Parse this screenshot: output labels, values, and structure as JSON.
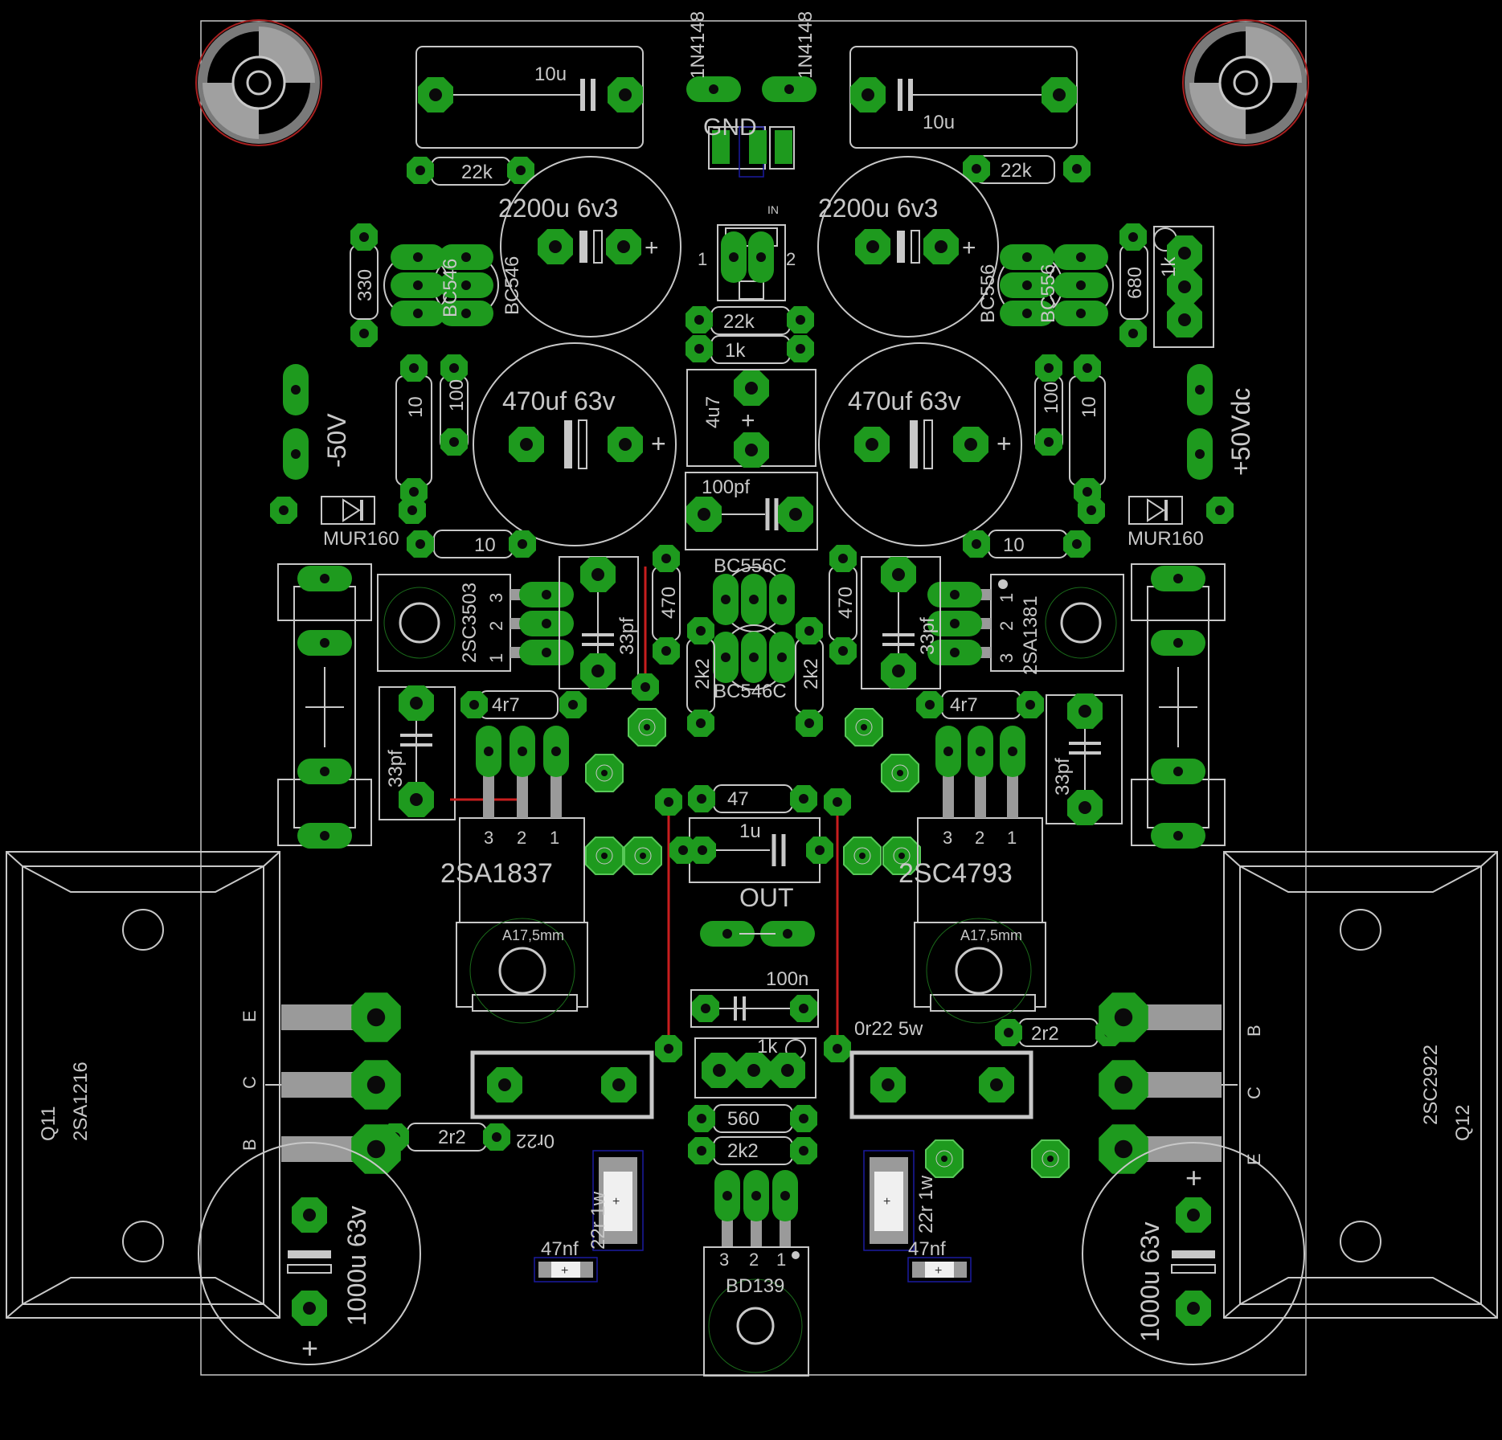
{
  "colors": {
    "background": "#000000",
    "silk": "#c8c8c8",
    "pad": "#1e9a1e",
    "pad_hole": "#0a0a0a",
    "trace": "#c81e1e",
    "keepout": "#a82020",
    "via_ring": "#2ea82e",
    "dim_frame": "#1a1aa0",
    "mount_outline": "#1a6a1a"
  },
  "labels": {
    "c_10u_l": "10u",
    "c_10u_r": "10u",
    "d_1n4148_l": "1N4148",
    "d_1n4148_r": "1N4148",
    "gnd": "GND",
    "r_22k_tl": "22k",
    "r_22k_tr": "22k",
    "c_2200_l": "2200u 6v3",
    "c_2200_r": "2200u 6v3",
    "in": "IN",
    "in_1": "1",
    "in_2": "2",
    "q_bc546_a": "BC546",
    "q_bc546_b": "BC546",
    "q_bc556_a": "BC556",
    "q_bc556_b": "BC556",
    "r_330": "330",
    "r_680": "680",
    "trim_1k_top": "1k",
    "r_22k_c": "22k",
    "r_1k_c": "1k",
    "c_470_l": "470uf 63v",
    "c_470_r": "470uf 63v",
    "c_4u7": "4u7",
    "r_10_vl": "10",
    "r_100_l": "100",
    "r_100_r": "100",
    "r_10_vr": "10",
    "neg_supply": "-50V",
    "pos_supply": "+50Vdc",
    "c_100pf": "100pf",
    "d_mur_l": "MUR160",
    "d_mur_r": "MUR160",
    "r_10_hl": "10",
    "r_10_hr": "10",
    "q_bc556c": "BC556C",
    "q_bc546c": "BC546C",
    "q_2sc3503": "2SC3503",
    "q_2sa1381": "2SA1381",
    "pin1": "1",
    "pin2": "2",
    "pin3": "3",
    "c_33pf": "33pf",
    "r_470": "470",
    "r_2k2": "2k2",
    "r_4r7": "4r7",
    "r_47": "47",
    "c_1u": "1u",
    "out": "OUT",
    "q_2sa1837": "2SA1837",
    "q_2sc4793": "2SC4793",
    "hs_note": "A17,5mm",
    "c_100n": "100n",
    "trim_1k_c": "1k",
    "r_0r22_5w": "0r22 5w",
    "r_0r22": "0r22",
    "r_2r2": "2r2",
    "r_560": "560",
    "r_2k2_c": "2k2",
    "q_bd139": "BD139",
    "r_22r_1w": "22r 1w",
    "c_47nf": "47nf",
    "q11": "Q11",
    "q11_part": "2SA1216",
    "q12": "Q12",
    "q12_part": "2SC2922",
    "pin_e": "E",
    "pin_c": "C",
    "pin_b": "B",
    "c_1000u": "1000u 63v",
    "plus": "+"
  }
}
